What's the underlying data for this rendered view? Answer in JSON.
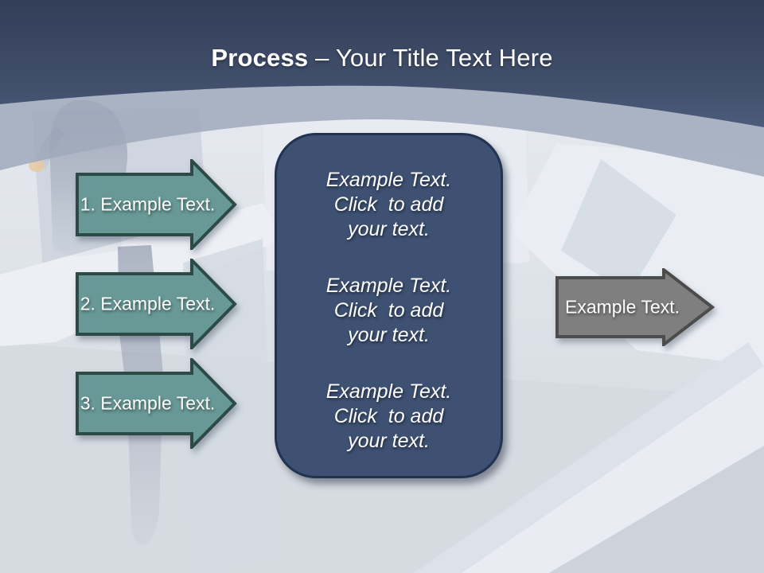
{
  "slide": {
    "title": {
      "bold": "Process",
      "rest": " – Your Title Text Here"
    },
    "left_arrows": [
      {
        "label": "1. Example Text."
      },
      {
        "label": "2. Example Text."
      },
      {
        "label": "3. Example Text."
      }
    ],
    "panel": {
      "blocks": [
        {
          "lines": [
            "Example Text.",
            "Click  to add",
            "your text."
          ]
        },
        {
          "lines": [
            "Example Text.",
            "Click  to add",
            "your text."
          ]
        },
        {
          "lines": [
            "Example Text.",
            "Click  to add",
            "your text."
          ]
        }
      ]
    },
    "right_arrow": {
      "label": "Example Text."
    },
    "background_image": "maze-top-view-with-person-icon"
  },
  "colors": {
    "header_top": "#333e58",
    "header_bottom": "#4d5c7c",
    "teal_fill": "#689996",
    "teal_border": "#2c4a46",
    "panel_fill": "#3e5173",
    "panel_border": "#22334f",
    "gray_fill": "#7f7f7f",
    "gray_border": "#4c4c4c"
  }
}
